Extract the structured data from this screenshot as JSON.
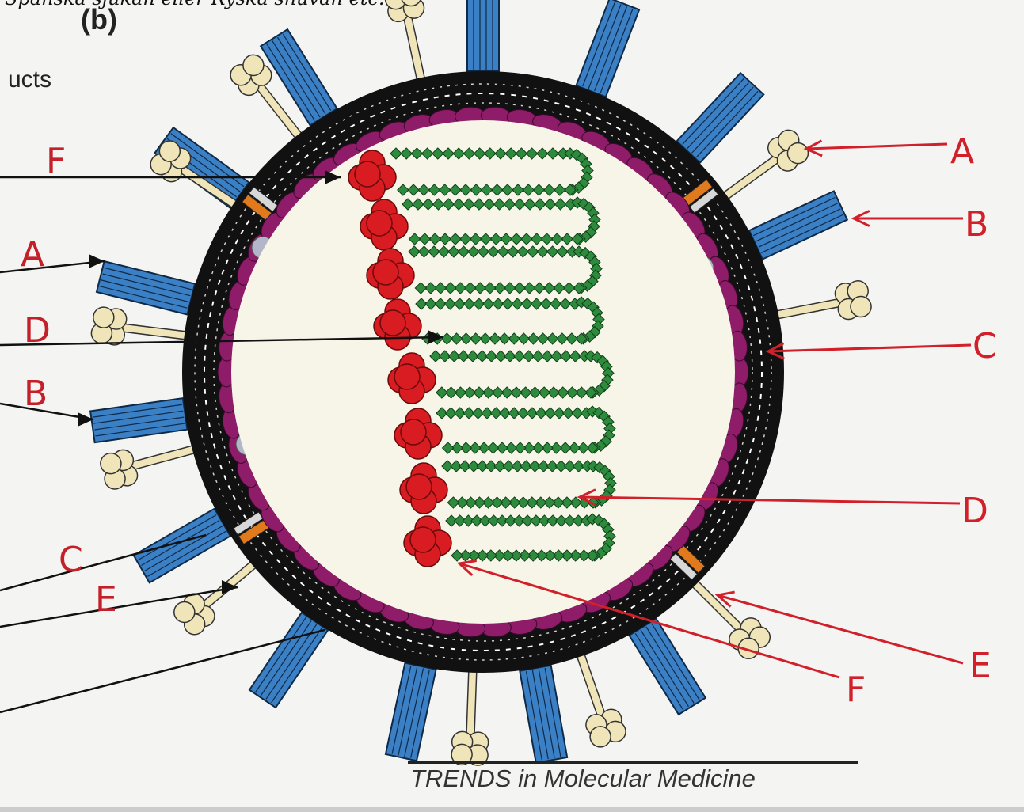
{
  "caption_top": "Spanska sjukan eller Ryska snuvan etc.",
  "panel_label": "(b)",
  "cut_text": "ucts",
  "source": "TRENDS in Molecular Medicine",
  "labels_left": [
    "F",
    "A",
    "D",
    "B",
    "C",
    "E"
  ],
  "labels_right": [
    "A",
    "B",
    "C",
    "D",
    "E",
    "F"
  ],
  "colors": {
    "envelope": "#111111",
    "matrix": "#8e1c68",
    "hemagglutinin": "#3b7fc4",
    "neuraminidase": "#efe5b8",
    "m2_channel": "#e07a1c",
    "nucleoprotein": "#d81c22",
    "rna": "#2e8b3e",
    "small_protein": "#b3b6c8",
    "annotation": "#d1202a"
  }
}
